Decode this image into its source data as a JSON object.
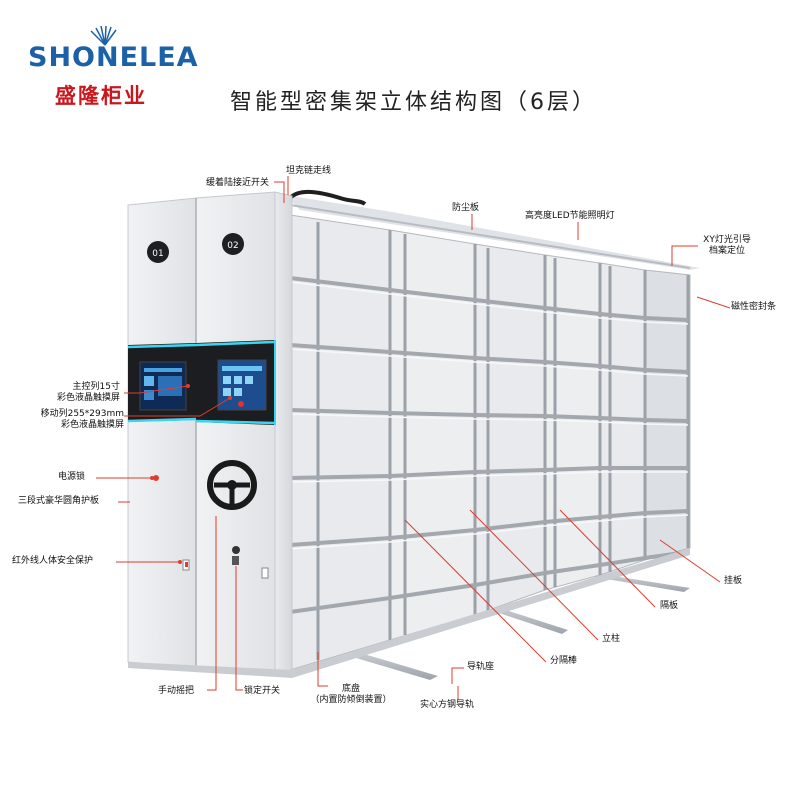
{
  "brand": {
    "logo_en": "SHONELEA",
    "logo_cn": "盛隆柜业"
  },
  "title": "智能型密集架立体结构图（6层）",
  "panels": {
    "badge_1": "01",
    "badge_2": "02"
  },
  "labels": {
    "delay_proximity_switch": "缓着陆接近开关",
    "tank_chain": "坦克链走线",
    "dust_board": "防尘板",
    "led_light": "高亮度LED节能照明灯",
    "xy_light": "XY灯光引导",
    "xy_light_2": "档案定位",
    "magnetic_strip": "磁性密封条",
    "main_screen_1": "主控列15寸",
    "main_screen_2": "彩色液晶触摸屏",
    "mobile_screen_1": "移动列255*293mm",
    "mobile_screen_2": "彩色液晶触摸屏",
    "power_lock": "电源锁",
    "corner_board": "三段式豪华圆角护板",
    "infrared": "红外线人体安全保护",
    "hanging_board": "挂板",
    "shelf_board": "隔板",
    "column": "立柱",
    "divider_rod": "分隔棒",
    "rail_seat": "导轨座",
    "steel_rail": "实心方钢导轨",
    "chassis": "底盘",
    "chassis_2": "（内置防倾倒装置）",
    "hand_wheel": "手动摇把",
    "lock_switch": "锁定开关"
  }
}
